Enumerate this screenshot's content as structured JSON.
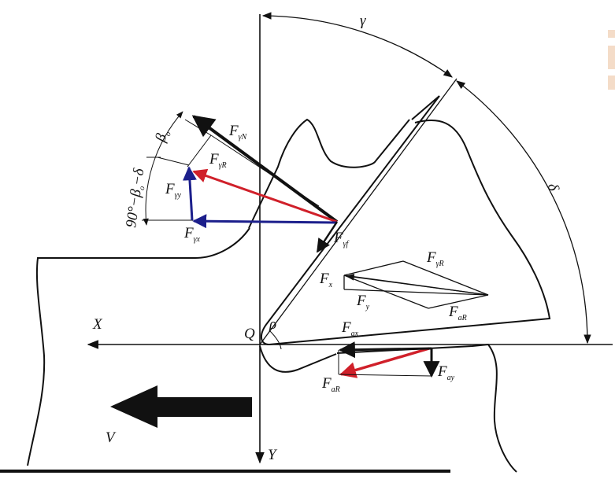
{
  "colors": {
    "ink": "#111111",
    "red": "#d0202a",
    "blue": "#1c1f8c",
    "watermark": "#f4dcc8"
  },
  "labels": {
    "gamma": "γ",
    "delta": "δ",
    "beta0": "β",
    "beta0_sub": "o",
    "angle_expr": "90°−β",
    "angle_expr_sub": "o",
    "angle_expr_tail": "−δ",
    "rho": "ρ",
    "origin": "Q",
    "x_axis": "X",
    "y_axis": "Y",
    "velocity": "V"
  },
  "forces": {
    "F_gammaN": {
      "main": "F",
      "sub": "γN"
    },
    "F_gammaR": {
      "main": "F",
      "sub": "γR"
    },
    "F_gammay": {
      "main": "F",
      "sub": "γy"
    },
    "F_gammax": {
      "main": "F",
      "sub": "γx"
    },
    "F_gammaf": {
      "main": "F",
      "sub": "γf"
    },
    "F_gammaR_tri": {
      "main": "F",
      "sub": "γR"
    },
    "F_x": {
      "main": "F",
      "sub": "x"
    },
    "F_y": {
      "main": "F",
      "sub": "y"
    },
    "F_aR_tri": {
      "main": "F",
      "sub": "aR"
    },
    "F_ax": {
      "main": "F",
      "sub": "ax"
    },
    "F_ay": {
      "main": "F",
      "sub": "ay"
    },
    "F_aR": {
      "main": "F",
      "sub": "aR"
    }
  }
}
